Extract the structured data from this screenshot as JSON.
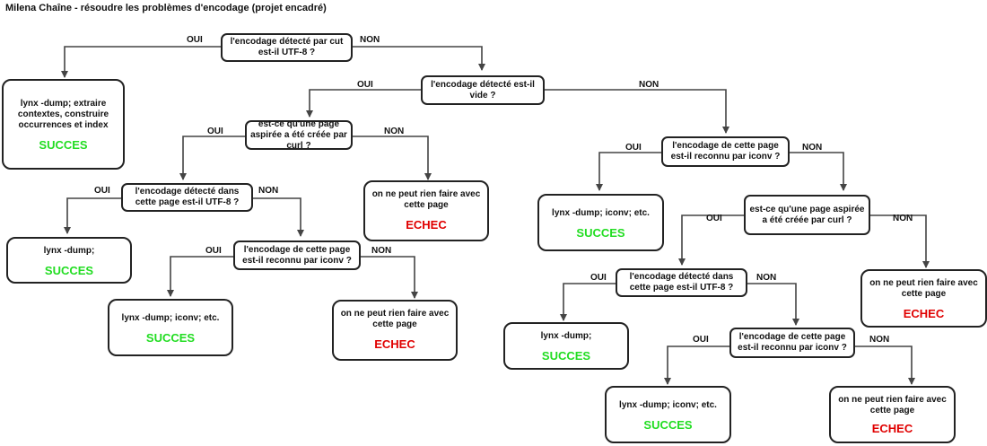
{
  "title": "Milena Chaîne - résoudre les problèmes d'encodage (projet encadré)",
  "labels": {
    "yes": "OUI",
    "no": "NON"
  },
  "colors": {
    "success": "#22dd22",
    "failure": "#e00000",
    "line": "#444444"
  },
  "nodes": {
    "q_cut_utf8": "l'encodage détecté par cut est-il UTF-8 ?",
    "q_empty": "l'encodage détecté est-il vide ?",
    "res_direct": "lynx -dump; extraire contextes, construire occurrences et index",
    "res_direct_status": "SUCCES",
    "l_q_curl": "est-ce qu'une page aspirée a été créée par curl ?",
    "l_fail_curl": "on ne peut rien faire avec cette page",
    "l_fail_curl_status": "ECHEC",
    "l_q_utf8": "l'encodage détecté dans cette page est-il UTF-8 ?",
    "l_res_lynx": "lynx -dump;",
    "l_res_lynx_status": "SUCCES",
    "l_q_iconv": "l'encodage de cette page est-il reconnu par iconv ?",
    "l_res_iconv": "lynx -dump; iconv; etc.",
    "l_res_iconv_status": "SUCCES",
    "l_fail_iconv": "on ne peut rien faire avec cette page",
    "l_fail_iconv_status": "ECHEC",
    "r_q_iconv1": "l'encodage de cette page est-il reconnu par iconv ?",
    "r_res_iconv1": "lynx -dump; iconv; etc.",
    "r_res_iconv1_status": "SUCCES",
    "r_q_curl": "est-ce qu'une page aspirée a été créée par curl ?",
    "r_fail_curl": "on ne peut rien faire avec cette page",
    "r_fail_curl_status": "ECHEC",
    "r_q_utf8": "l'encodage détecté dans cette page est-il UTF-8 ?",
    "r_res_lynx": "lynx -dump;",
    "r_res_lynx_status": "SUCCES",
    "r_q_iconv2": "l'encodage de cette page est-il reconnu par iconv ?",
    "r_res_iconv2": "lynx -dump; iconv; etc.",
    "r_res_iconv2_status": "SUCCES",
    "r_fail_iconv": "on ne peut rien faire avec cette page",
    "r_fail_iconv_status": "ECHEC"
  }
}
